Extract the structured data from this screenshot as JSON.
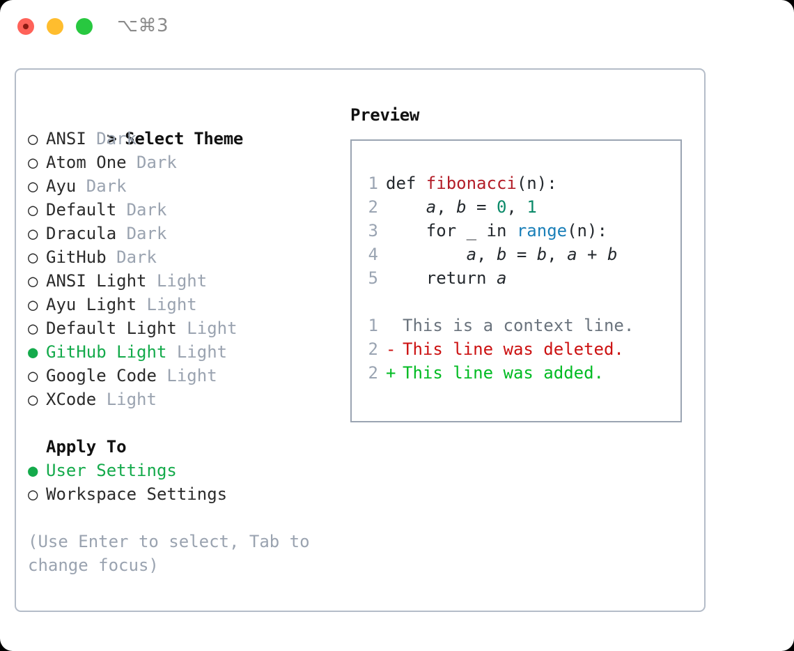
{
  "titlebar": {
    "shortcut": "⌥⌘3",
    "buttons": [
      "close",
      "minimize",
      "zoom"
    ]
  },
  "colors": {
    "selected_green": "#14aa4b",
    "muted": "#9aa3b0",
    "text": "#2b2b2b",
    "border": "#b4bcc8",
    "preview_border": "#9aa4b2",
    "diff_add": "#00bb22",
    "diff_del": "#cc1111",
    "syntax_function": "#b31d28",
    "syntax_number": "#0b8a69",
    "syntax_builtin": "#1a7fb8"
  },
  "theme_list": {
    "heading": "Select Theme",
    "heading_marker": ">",
    "bullet_selected": "●",
    "bullet_unselected": "○",
    "items": [
      {
        "name": "ANSI",
        "variant": "Dark",
        "selected": false
      },
      {
        "name": "Atom One",
        "variant": "Dark",
        "selected": false
      },
      {
        "name": "Ayu",
        "variant": "Dark",
        "selected": false
      },
      {
        "name": "Default",
        "variant": "Dark",
        "selected": false
      },
      {
        "name": "Dracula",
        "variant": "Dark",
        "selected": false
      },
      {
        "name": "GitHub",
        "variant": "Dark",
        "selected": false
      },
      {
        "name": "ANSI Light",
        "variant": "Light",
        "selected": false
      },
      {
        "name": "Ayu Light",
        "variant": "Light",
        "selected": false
      },
      {
        "name": "Default Light",
        "variant": "Light",
        "selected": false
      },
      {
        "name": "GitHub Light",
        "variant": "Light",
        "selected": true
      },
      {
        "name": "Google Code",
        "variant": "Light",
        "selected": false
      },
      {
        "name": "XCode",
        "variant": "Light",
        "selected": false
      }
    ]
  },
  "apply_to": {
    "heading": "Apply To",
    "options": [
      {
        "name": "User Settings",
        "selected": true
      },
      {
        "name": "Workspace Settings",
        "selected": false
      }
    ]
  },
  "hint": "(Use Enter to select, Tab to change focus)",
  "preview": {
    "title": "Preview",
    "code_lines": [
      {
        "num": "1",
        "tokens": [
          {
            "t": "def ",
            "k": "plain"
          },
          {
            "t": "fibonacci",
            "k": "func"
          },
          {
            "t": "(n):",
            "k": "plain"
          }
        ]
      },
      {
        "num": "2",
        "tokens": [
          {
            "t": "    ",
            "k": "plain"
          },
          {
            "t": "a",
            "k": "var"
          },
          {
            "t": ", ",
            "k": "plain"
          },
          {
            "t": "b",
            "k": "var"
          },
          {
            "t": " = ",
            "k": "plain"
          },
          {
            "t": "0",
            "k": "num"
          },
          {
            "t": ", ",
            "k": "plain"
          },
          {
            "t": "1",
            "k": "num"
          }
        ]
      },
      {
        "num": "3",
        "tokens": [
          {
            "t": "    for _ in ",
            "k": "plain"
          },
          {
            "t": "range",
            "k": "builtin"
          },
          {
            "t": "(n):",
            "k": "plain"
          }
        ]
      },
      {
        "num": "4",
        "tokens": [
          {
            "t": "        ",
            "k": "plain"
          },
          {
            "t": "a",
            "k": "var"
          },
          {
            "t": ", ",
            "k": "plain"
          },
          {
            "t": "b",
            "k": "var"
          },
          {
            "t": " = ",
            "k": "plain"
          },
          {
            "t": "b",
            "k": "var"
          },
          {
            "t": ", ",
            "k": "plain"
          },
          {
            "t": "a",
            "k": "var"
          },
          {
            "t": " + ",
            "k": "plain"
          },
          {
            "t": "b",
            "k": "var"
          }
        ]
      },
      {
        "num": "5",
        "tokens": [
          {
            "t": "    return ",
            "k": "plain"
          },
          {
            "t": "a",
            "k": "var"
          }
        ]
      }
    ],
    "diff_lines": [
      {
        "num": "1",
        "sign": " ",
        "text": "This is a context line.",
        "kind": "ctx"
      },
      {
        "num": "2",
        "sign": "-",
        "text": "This line was deleted.",
        "kind": "del"
      },
      {
        "num": "2",
        "sign": "+",
        "text": "This line was added.",
        "kind": "add"
      }
    ]
  }
}
